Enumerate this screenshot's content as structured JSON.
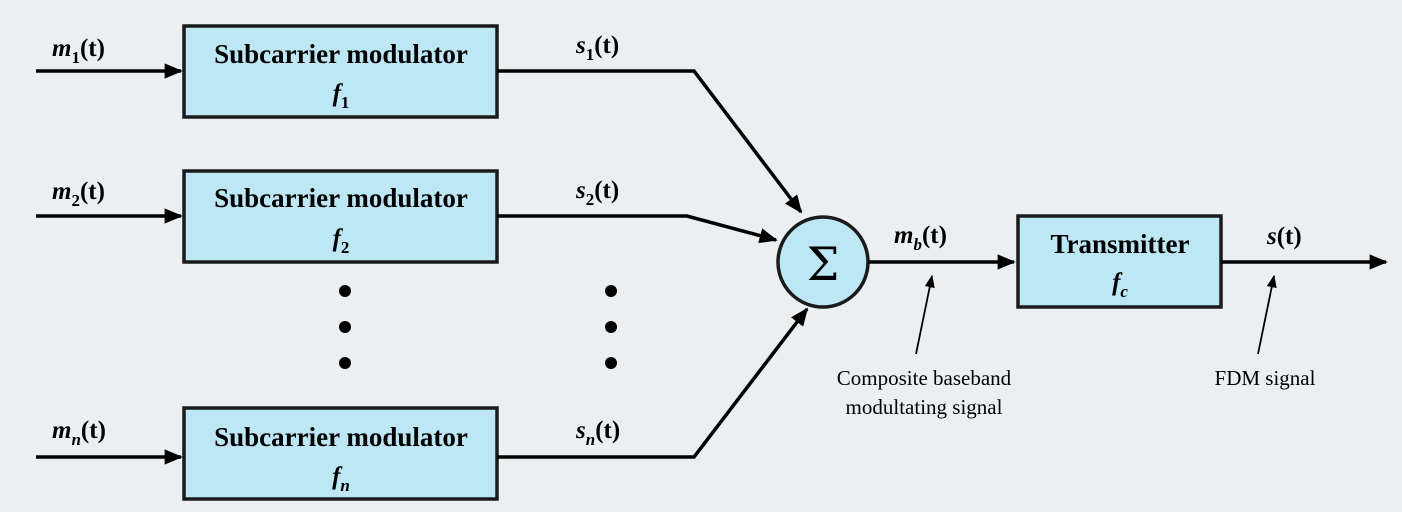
{
  "modulators": [
    {
      "title": "Subcarrier modulator",
      "freq": "f",
      "freq_sub": "1",
      "input": "m",
      "input_sub": "1",
      "output": "s",
      "output_sub": "1",
      "arg": "(t)"
    },
    {
      "title": "Subcarrier modulator",
      "freq": "f",
      "freq_sub": "2",
      "input": "m",
      "input_sub": "2",
      "output": "s",
      "output_sub": "2",
      "arg": "(t)"
    },
    {
      "title": "Subcarrier modulator",
      "freq": "f",
      "freq_sub": "n",
      "input": "m",
      "input_sub": "n",
      "output": "s",
      "output_sub": "n",
      "arg": "(t)"
    }
  ],
  "summer": {
    "symbol": "Σ"
  },
  "composite": {
    "label": "m",
    "label_sub": "b",
    "arg": "(t)",
    "note_line1": "Composite baseband",
    "note_line2": "modultating signal"
  },
  "transmitter": {
    "title": "Transmitter",
    "freq": "f",
    "freq_sub": "c"
  },
  "output": {
    "label": "s",
    "arg": "(t)",
    "note": "FDM signal"
  },
  "colors": {
    "box_fill": "#bde7f5",
    "background": "#eceff1",
    "line": "#000000"
  }
}
